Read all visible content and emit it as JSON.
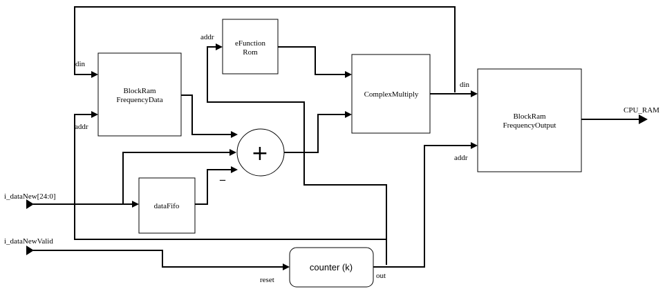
{
  "blocks": {
    "bram_freq_data": {
      "line1": "BlockRam",
      "line2": "FrequencyData"
    },
    "efunction_rom": {
      "line1": "eFunction",
      "line2": "Rom"
    },
    "complex_multiply": {
      "label": "ComplexMultiply"
    },
    "bram_freq_output": {
      "line1": "BlockRam",
      "line2": "FrequencyOutput"
    },
    "data_fifo": {
      "label": "dataFifo"
    },
    "counter": {
      "label": "counter (k)"
    },
    "adder": {
      "symbol": "+",
      "minus": "_"
    }
  },
  "ports": {
    "din_data": "din",
    "addr_data": "addr",
    "addr_rom": "addr",
    "din_output": "din",
    "addr_output": "addr",
    "reset": "reset",
    "out": "out"
  },
  "signals": {
    "i_data_new": "i_dataNew[24:0]",
    "i_data_new_valid": "i_dataNewValid",
    "cpu_ram": "CPU_RAM"
  }
}
